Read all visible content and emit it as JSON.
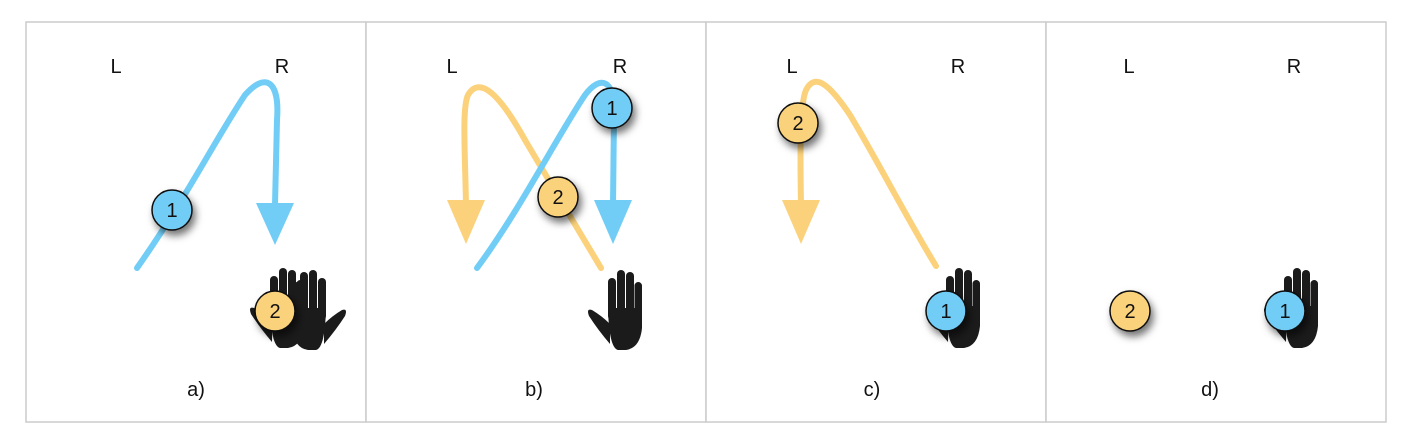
{
  "colors": {
    "blue": "#71CDF6",
    "yellow": "#FBD27B",
    "hand": "#1B1B1B",
    "border": "#CCCCCC",
    "background": "#FFFFFF"
  },
  "panels": [
    {
      "caption": "a)",
      "left_label": "L",
      "right_label": "R",
      "balls": [
        {
          "number": "1",
          "color": "blue",
          "state": "in flight L to R"
        },
        {
          "number": "2",
          "color": "yellow",
          "state": "held in R"
        }
      ]
    },
    {
      "caption": "b)",
      "left_label": "L",
      "right_label": "R",
      "balls": [
        {
          "number": "1",
          "color": "blue",
          "state": "in flight L to R"
        },
        {
          "number": "2",
          "color": "yellow",
          "state": "in flight R to L"
        }
      ]
    },
    {
      "caption": "c)",
      "left_label": "L",
      "right_label": "R",
      "balls": [
        {
          "number": "1",
          "color": "blue",
          "state": "held in R"
        },
        {
          "number": "2",
          "color": "yellow",
          "state": "in flight R to L"
        }
      ]
    },
    {
      "caption": "d)",
      "left_label": "L",
      "right_label": "R",
      "balls": [
        {
          "number": "1",
          "color": "blue",
          "state": "held in R"
        },
        {
          "number": "2",
          "color": "yellow",
          "state": "held in L"
        }
      ]
    }
  ]
}
